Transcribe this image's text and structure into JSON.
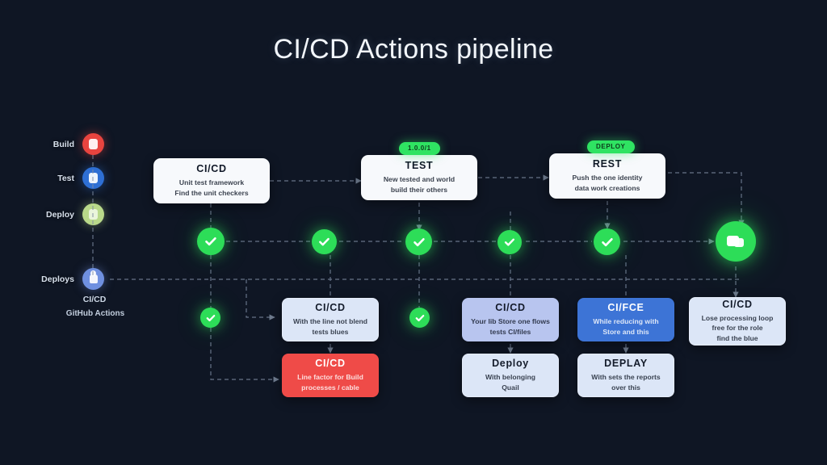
{
  "theme": {
    "background": "#0f1624",
    "title_color": "#f2f6fb",
    "wire_color": "#7f8da3",
    "green": "#2ddd58",
    "badge_green": "#2fe362",
    "red": "#ef4b48",
    "blue": "#3d74d6",
    "lavender": "#b8c5ef",
    "pale_blue": "#dce6f7",
    "white_card": "#f7f9fc"
  },
  "header": {
    "title": "CI/CD Actions pipeline"
  },
  "legend": {
    "items": [
      {
        "label": "Build",
        "icon": "build-icon",
        "color": "#e8443f"
      },
      {
        "label": "Test",
        "icon": "test-icon",
        "color": "#2e6fd4"
      },
      {
        "label": "Deploy",
        "icon": "deploy-icon",
        "color": "#b9d98a"
      },
      {
        "label": "Deploys",
        "icon": "user-icon",
        "color": "#6f90e0"
      }
    ],
    "caption_title": "CI/CD",
    "caption_sub": "GitHub Actions"
  },
  "top_row": {
    "cards": [
      {
        "title": "CI/CD",
        "line1": "Unit test framework",
        "line2": "Find the unit checkers",
        "badge": ""
      },
      {
        "title": "TEST",
        "line1": "New tested and world",
        "line2": "build their others",
        "badge": "1.0.0/1"
      },
      {
        "title": "REST",
        "line1": "Push the one identity",
        "line2": "data work creations",
        "badge": "DEPLOY"
      }
    ]
  },
  "status_nodes": [
    {
      "name": "check-1",
      "kind": "check"
    },
    {
      "name": "check-2",
      "kind": "check"
    },
    {
      "name": "check-3",
      "kind": "check"
    },
    {
      "name": "check-4",
      "kind": "check"
    },
    {
      "name": "check-5",
      "kind": "check"
    },
    {
      "name": "deploy-node",
      "kind": "stack"
    },
    {
      "name": "check-6",
      "kind": "check"
    },
    {
      "name": "check-7",
      "kind": "check"
    }
  ],
  "lower_row": {
    "cards": [
      {
        "title": "CI/CD",
        "line1": "With the line not blend",
        "line2": "tests blues",
        "style": "pale"
      },
      {
        "title": "CI/CD",
        "line1": "Your lib Store one flows",
        "line2": "tests CI/files",
        "style": "lavender"
      },
      {
        "title": "CI/FCE",
        "line1": "While reducing with",
        "line2": "Store and this",
        "style": "blue"
      },
      {
        "title": "CI/CD",
        "line1": "Lose processing loop",
        "line2": "free for the role",
        "line3": "find the blue",
        "style": "pale"
      }
    ]
  },
  "bottom_row": {
    "cards": [
      {
        "title": "CI/CD",
        "line1": "Line factor for Build",
        "line2": "processes / cable",
        "style": "red"
      },
      {
        "title": "Deploy",
        "line1": "With belonging",
        "line2": "Quail",
        "style": "pale"
      },
      {
        "title": "DEPLAY",
        "line1": "With sets the reports",
        "line2": "over this",
        "style": "pale"
      }
    ]
  }
}
